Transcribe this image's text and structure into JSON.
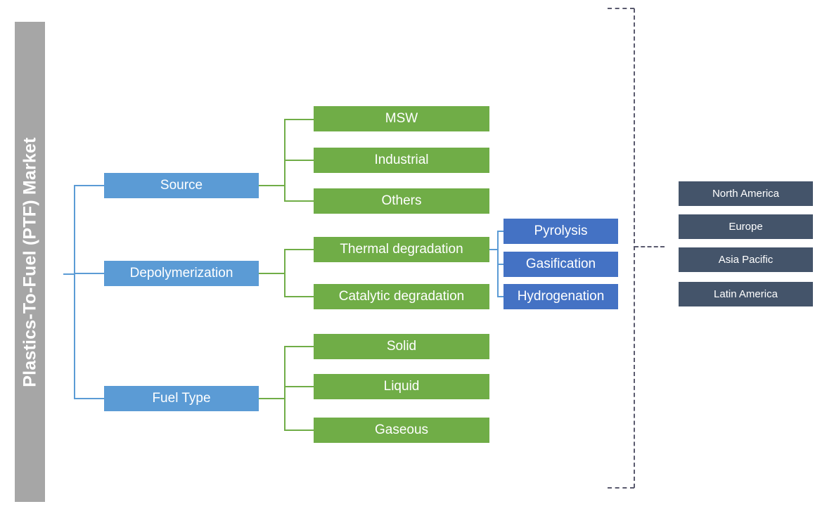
{
  "diagram": {
    "title": "Plastics-To-Fuel (PTF) Market",
    "colors": {
      "title_bar": "#A6A6A6",
      "level1": "#5B9BD5",
      "level2": "#70AD47",
      "level3": "#4472C4",
      "region": "#44546A",
      "connector_blue": "#5B9BD5",
      "connector_green": "#70AD47",
      "bracket": "#5A5A6E",
      "background": "#FFFFFF",
      "text": "#FFFFFF"
    },
    "segments": [
      {
        "name": "Source",
        "children": [
          {
            "name": "MSW"
          },
          {
            "name": "Industrial"
          },
          {
            "name": "Others"
          }
        ]
      },
      {
        "name": "Depolymerization",
        "children": [
          {
            "name": "Thermal degradation",
            "children": [
              {
                "name": "Pyrolysis"
              },
              {
                "name": "Gasification"
              },
              {
                "name": "Hydrogenation"
              }
            ]
          },
          {
            "name": "Catalytic degradation"
          }
        ]
      },
      {
        "name": "Fuel Type",
        "children": [
          {
            "name": "Solid"
          },
          {
            "name": "Liquid"
          },
          {
            "name": "Gaseous"
          }
        ]
      }
    ],
    "regions": [
      {
        "name": "North America"
      },
      {
        "name": "Europe"
      },
      {
        "name": "Asia Pacific"
      },
      {
        "name": "Latin America"
      }
    ]
  }
}
